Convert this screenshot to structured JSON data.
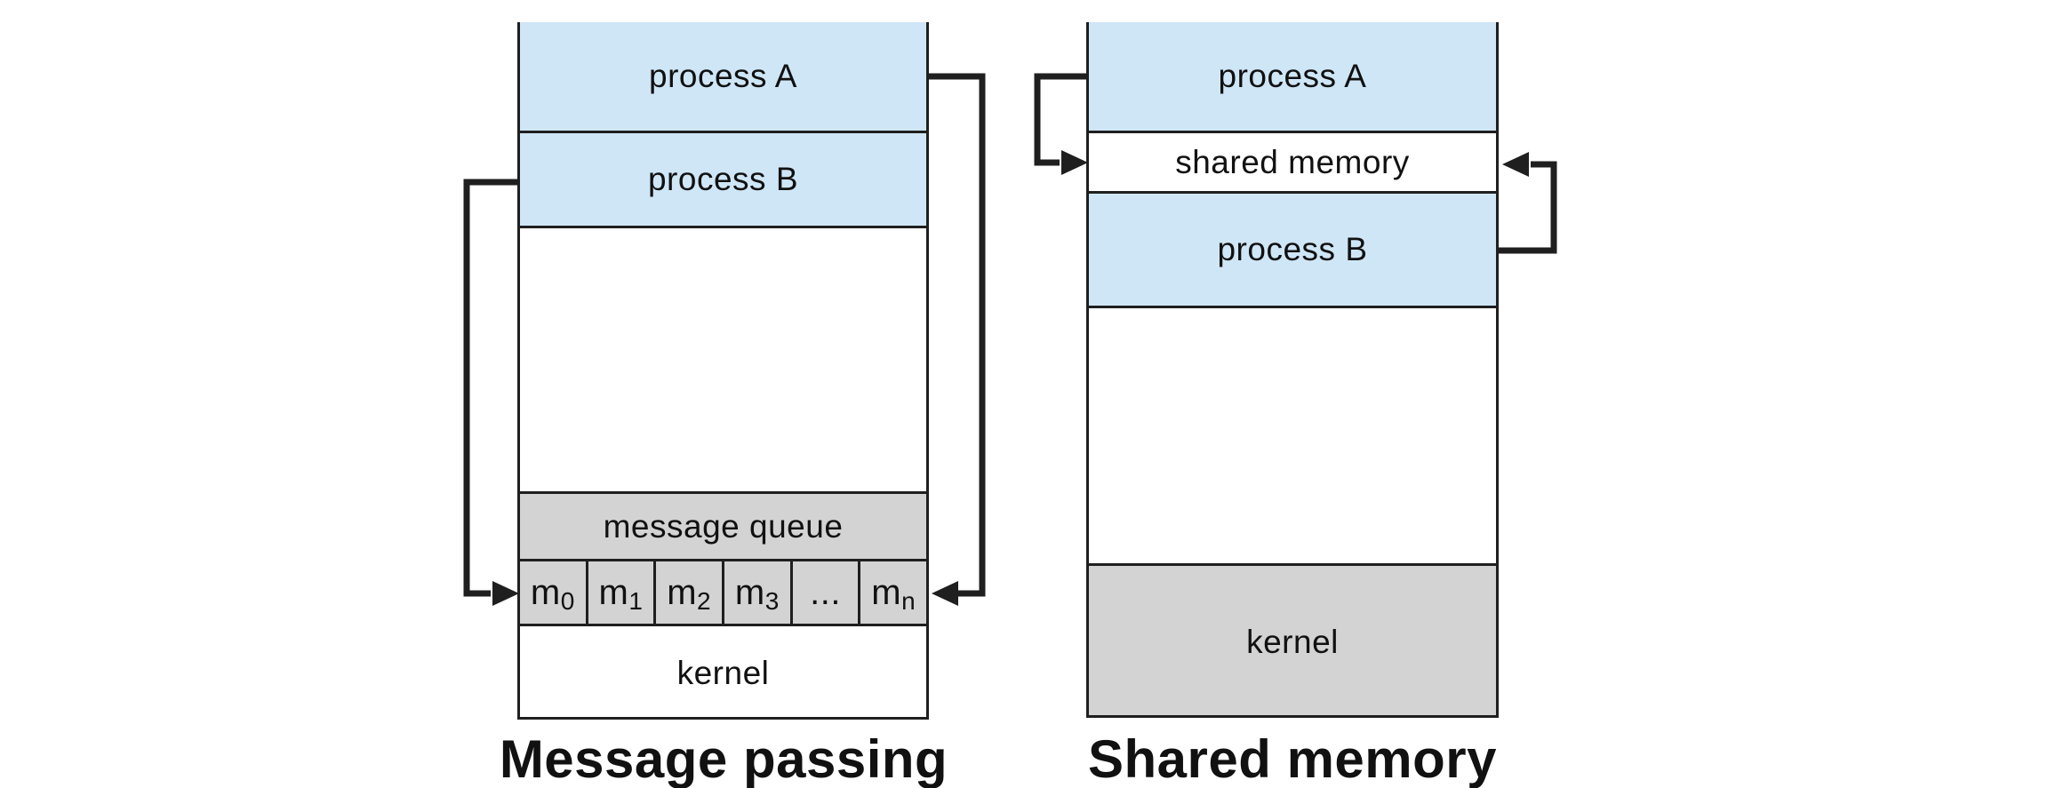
{
  "figure": {
    "left": {
      "caption": "Message passing",
      "boxes": {
        "process_a": "process A",
        "process_b": "process B",
        "message_queue": "message queue",
        "kernel": "kernel"
      },
      "queue_cells": [
        {
          "base": "m",
          "sub": "0"
        },
        {
          "base": "m",
          "sub": "1"
        },
        {
          "base": "m",
          "sub": "2"
        },
        {
          "base": "m",
          "sub": "3"
        },
        {
          "base": "...",
          "sub": ""
        },
        {
          "base": "m",
          "sub": "n"
        }
      ]
    },
    "right": {
      "caption": "Shared memory",
      "boxes": {
        "process_a": "process A",
        "shared_memory": "shared memory",
        "process_b": "process B",
        "kernel": "kernel"
      }
    },
    "colors": {
      "process_fill": "#cfe6f7",
      "queue_fill": "#d3d3d3",
      "line": "#1f1f1f",
      "text": "#111111",
      "background": "#ffffff"
    }
  }
}
